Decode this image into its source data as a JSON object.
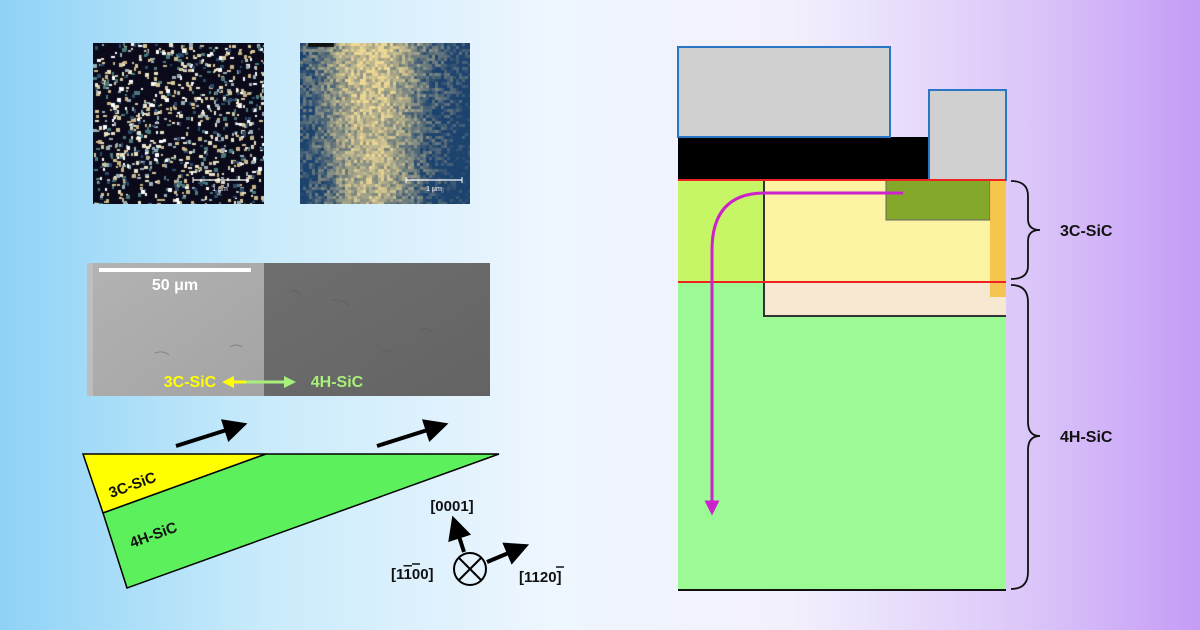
{
  "afm": {
    "left_scale_label": "1 μm",
    "right_scale_label": "1 μm"
  },
  "sem": {
    "scale_label": "50 μm",
    "label_3c": "3C-SiC",
    "label_4h": "4H-SiC"
  },
  "wedge": {
    "label_3c": "3C-SiC",
    "label_4h": "4H-SiC"
  },
  "axes": {
    "label_0001": "[0001]",
    "label_1100_prefix": "[1",
    "label_1100_bar": "1",
    "label_1100_suffix": "00]",
    "label_1120_prefix": "[11",
    "label_1120_bar": "2",
    "label_1120_suffix": "0]"
  },
  "device": {
    "brace_3c_label": "3C-SiC",
    "brace_4h_label": "4H-SiC"
  },
  "colors": {
    "sem_3c_text": "#ffff00",
    "sem_4h_text": "#a8f07a",
    "wedge_3c": "#ffff00",
    "wedge_4h": "#5cf05c",
    "device_4h": "#9cfa94",
    "device_3c_left": "#c6f566",
    "device_well": "#fff2a6",
    "device_contact": "#84a82a",
    "current_path": "#cc22cc",
    "interface_line": "#ee2222",
    "electrode_fill": "#d0d0d0",
    "electrode_edge": "#2a76c6"
  }
}
